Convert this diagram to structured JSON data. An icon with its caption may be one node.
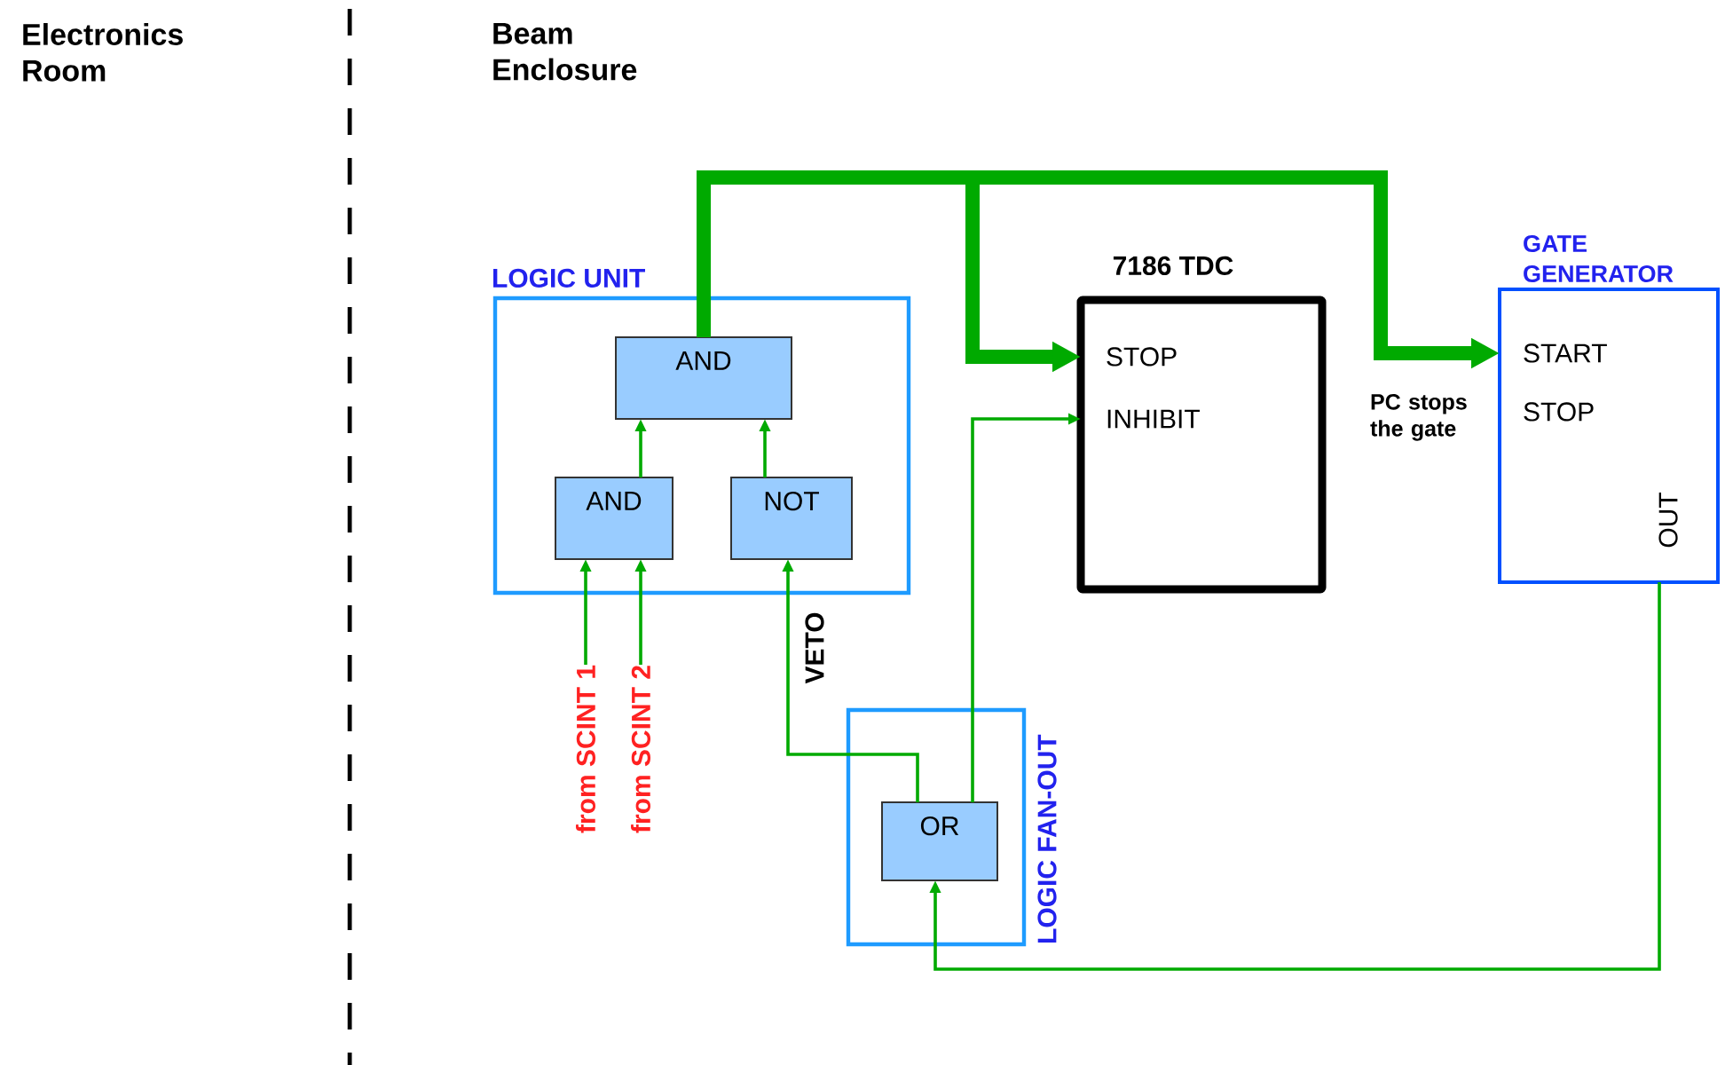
{
  "diagram": {
    "nodes": [
      {
        "text": [
          "LOGIC UNIT"
        ]
      },
      {
        "text": [
          "AND"
        ],
        "in": 0
      },
      {
        "text": [
          "AND"
        ],
        "in": 0
      },
      {
        "text": [
          "NOT"
        ],
        "in": 0
      },
      {
        "text": [
          "LOGIC FAN-OUT"
        ]
      },
      {
        "text": [
          "OR"
        ],
        "in": 4
      },
      {
        "text": [
          "7186 TDC",
          "STOP",
          "INHIBIT"
        ]
      },
      {
        "text": [
          "GATE GENERATOR",
          "START",
          "STOP",
          "OUT"
        ]
      },
      {
        "text": [
          "from SCINT 1"
        ]
      },
      {
        "text": [
          "from SCINT 2"
        ]
      }
    ],
    "edges": [
      {
        "from": 8,
        "to": 2,
        "arrow": "to"
      },
      {
        "from": 9,
        "to": 2,
        "arrow": "to"
      },
      {
        "from": 2,
        "to": 1,
        "arrow": "to"
      },
      {
        "from": 3,
        "to": 1,
        "arrow": "to"
      },
      {
        "from": 5,
        "to": 3,
        "arrow": "to",
        "label": "VETO"
      },
      {
        "from": 5,
        "to": 6,
        "arrow": "to"
      },
      {
        "from": 1,
        "to": 6,
        "arrow": "to",
        "style": "thick"
      },
      {
        "from": 1,
        "to": 7,
        "arrow": "to",
        "style": "thick"
      },
      {
        "from": 7,
        "to": 5,
        "arrow": "to"
      }
    ],
    "labels": [
      "Electronics Room",
      "Beam Enclosure",
      "PC stops the gate"
    ]
  }
}
